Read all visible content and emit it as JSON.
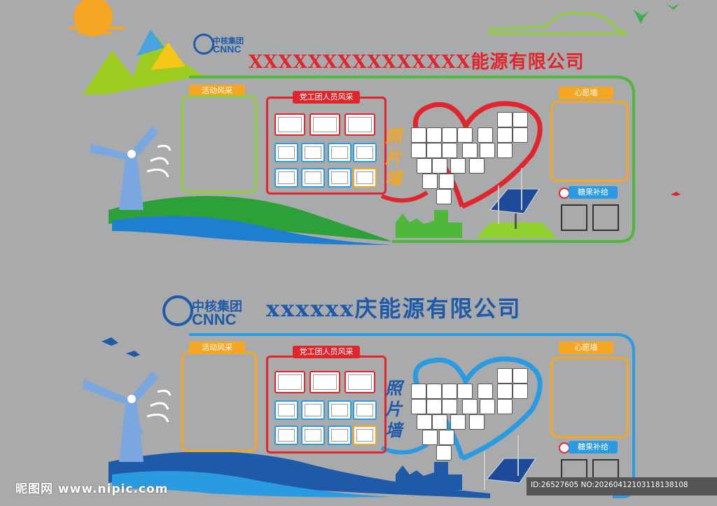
{
  "panels": [
    {
      "logo": {
        "cn": "中核集团",
        "en": "CNNC"
      },
      "title": "XXXXXXXXXXXXXXX能源有限公司",
      "activity_label": "活动风采",
      "members_label": "党工团人员风采",
      "photo_wall_label": "照片墙",
      "wish_label": "心愿墙",
      "candy_label": "糖果补给",
      "theme_color": "#4fb83a",
      "title_color": "#e0252c"
    },
    {
      "logo": {
        "cn": "中核集团",
        "en": "CNNC"
      },
      "title": "xxxxxx庆能源有限公司",
      "activity_label": "活动风采",
      "members_label": "党工团人员风采",
      "photo_wall_label": "照片墙",
      "wish_label": "心愿墙",
      "candy_label": "糖果补给",
      "theme_color": "#2a9be0",
      "title_color": "#1e5aa8"
    }
  ],
  "footer": {
    "watermark_left": "昵图网 www.nipic.com",
    "image_id": "ID:26527605 NO:20260412103118138108"
  }
}
